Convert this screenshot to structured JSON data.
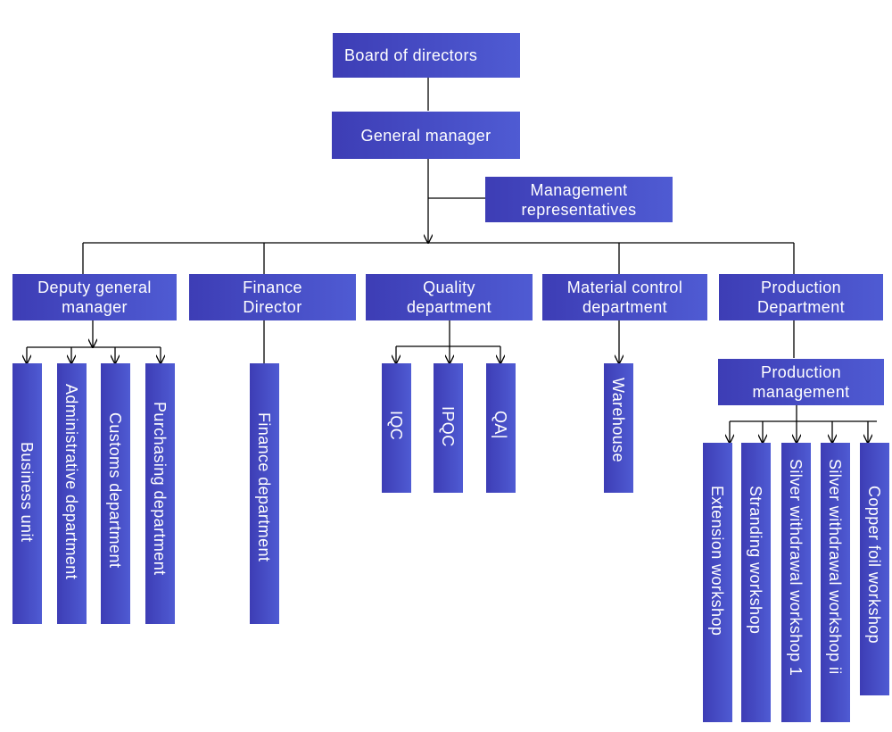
{
  "board": "Board of directors",
  "general_manager": "General manager",
  "management_rep": "Management representatives",
  "departments": {
    "deputy": "Deputy general manager",
    "finance": "Finance Director",
    "quality": "Quality department",
    "material": "Material control department",
    "production": "Production Department"
  },
  "production_management": "Production management",
  "deputy_units": [
    "Business unit",
    "Administrative department",
    "Customs department",
    "Purchasing department"
  ],
  "finance_units": [
    "Finance department"
  ],
  "quality_units": [
    "IQC",
    "IPQC",
    "QA|"
  ],
  "material_units": [
    "Warehouse"
  ],
  "production_units": [
    "Extension workshop",
    "Stranding workshop",
    "Silver withdrawal workshop 1",
    "Silver withdrawal workshop ii",
    "Copper foil workshop"
  ],
  "colors": {
    "box": "#4347c0",
    "line": "#000000"
  }
}
